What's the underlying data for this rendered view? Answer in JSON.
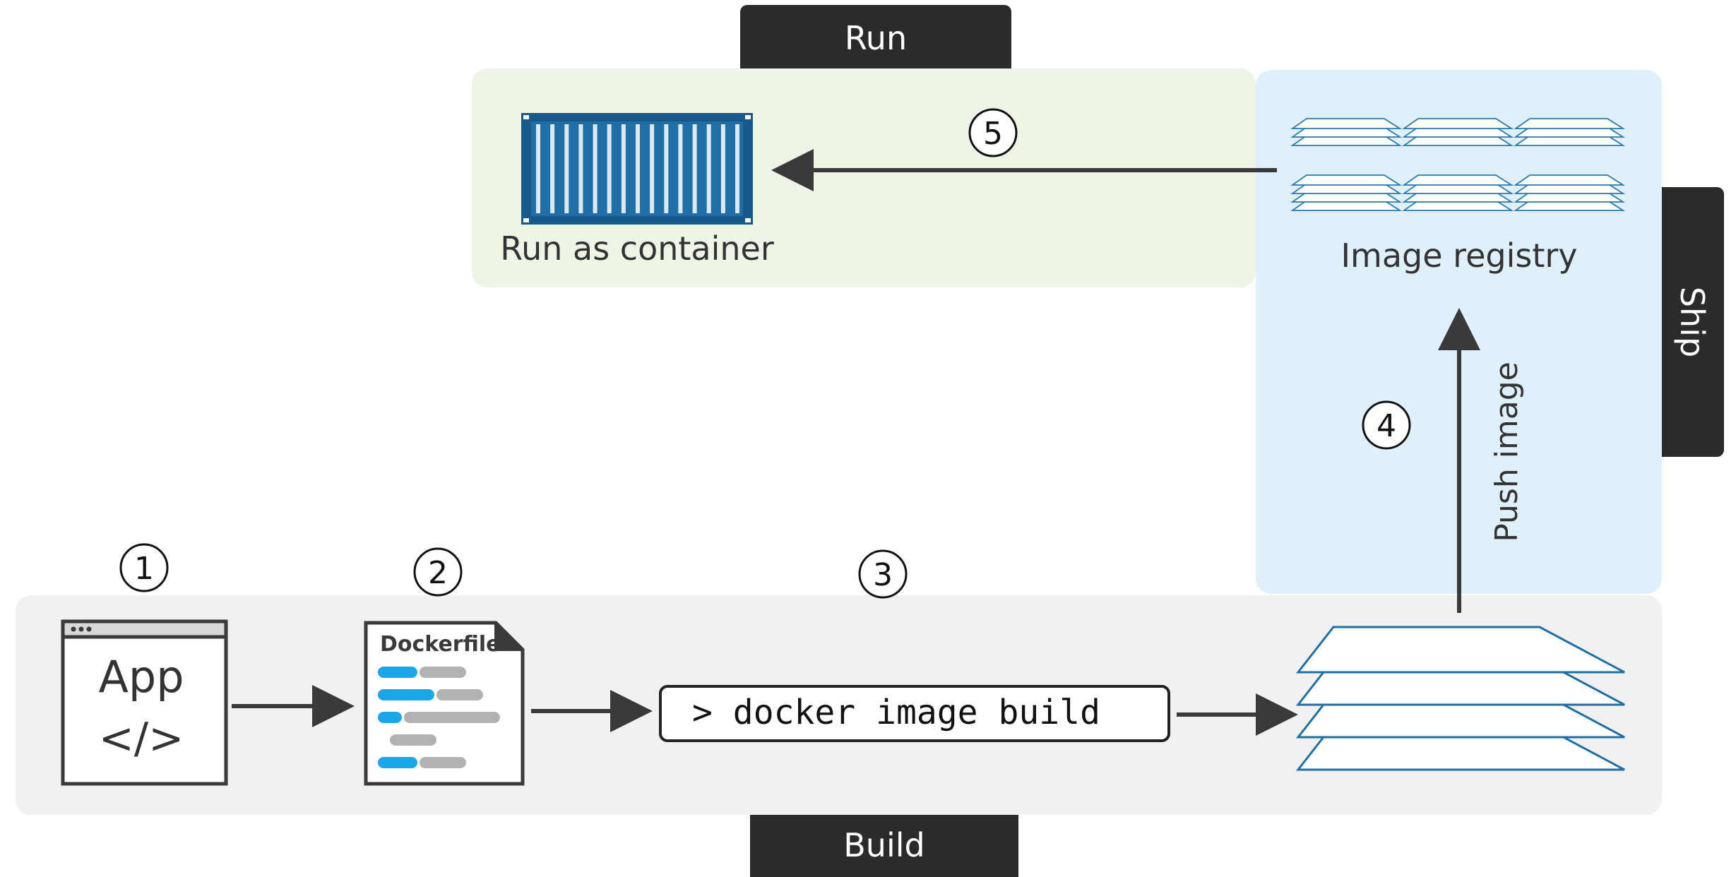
{
  "tabs": {
    "run": "Run",
    "ship": "Ship",
    "build": "Build"
  },
  "steps": {
    "s1": "1",
    "s2": "2",
    "s3": "3",
    "s4": "4",
    "s5": "5"
  },
  "app": {
    "title": "App",
    "code": "</>"
  },
  "dockerfile": {
    "title": "Dockerfile"
  },
  "command": {
    "text": "> docker image build"
  },
  "labels": {
    "run_as_container": "Run as container",
    "image_registry": "Image registry",
    "push_image": "Push image"
  },
  "colors": {
    "build_bg": "#f1f1f1",
    "run_bg": "#eef5e6",
    "ship_bg": "#dff0fa",
    "tab_bg": "#2b2b2b",
    "container_blue": "#1f6fa6",
    "layer_blue": "#2a7ab0",
    "dockerfile_accent": "#1aa7e8",
    "dockerfile_gray": "#b2b2b2",
    "arrow": "#3a3a3a"
  }
}
